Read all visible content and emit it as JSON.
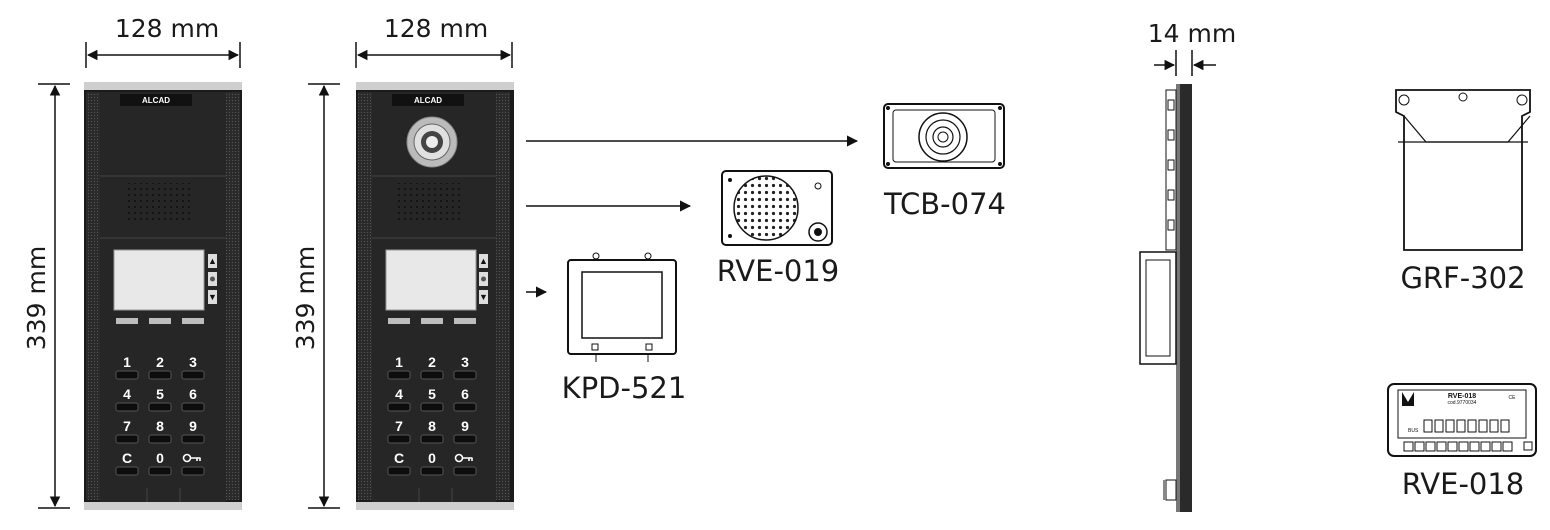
{
  "dimensions": {
    "width_1": "128 mm",
    "width_2": "128 mm",
    "height_1": "339 mm",
    "height_2": "339 mm",
    "depth": "14 mm"
  },
  "panel_brand": "ALCAD",
  "keypad_keys": [
    "1",
    "2",
    "3",
    "4",
    "5",
    "6",
    "7",
    "8",
    "9",
    "C",
    "0",
    ""
  ],
  "modules": {
    "camera": "TCB-074",
    "audio": "RVE-019",
    "keypad": "KPD-521",
    "frame": "GRF-302",
    "audio_unit": "RVE-018"
  },
  "rve018_plate": {
    "model": "RVE-018",
    "code": "cod.9770034",
    "bus": "BUS",
    "ce": "CE"
  }
}
